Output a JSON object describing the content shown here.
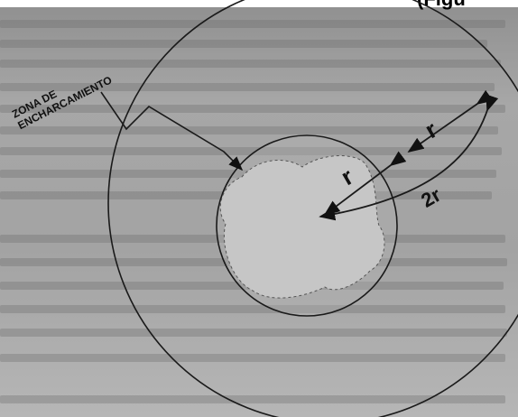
{
  "header": {
    "fragment": "(Figu"
  },
  "diagram": {
    "zone_label_line1": "ZONA DE",
    "zone_label_line2": "ENCHARCAMIENTO",
    "radius_label_inner": "r",
    "radius_label_outer": "r",
    "diameter_label": "2r"
  }
}
